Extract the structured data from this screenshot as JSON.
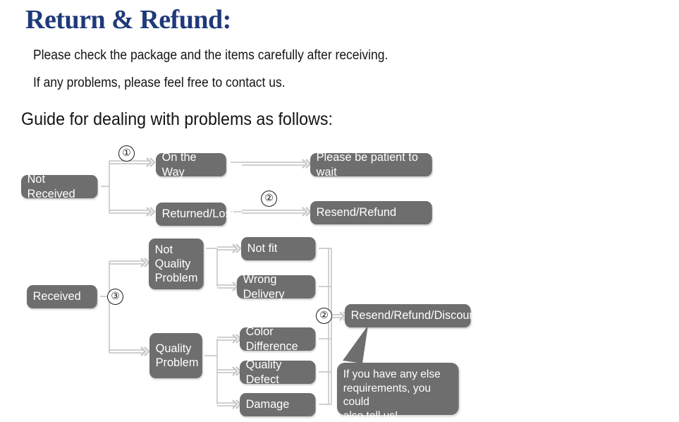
{
  "header": {
    "title": "Return & Refund:",
    "line1": "Please check the package and the items carefully after receiving.",
    "line2": "If any problems, please feel free to contact us.",
    "guide": "Guide for dealing with problems as follows:"
  },
  "colors": {
    "title": "#1f3a7a",
    "node_fill": "#6e6e6e",
    "node_text": "#ffffff",
    "connector": "#c9c9c9",
    "body_text": "#141414",
    "background": "#ffffff"
  },
  "flowchart": {
    "nodes": [
      {
        "id": "not-received",
        "label": "Not Received"
      },
      {
        "id": "on-the-way",
        "label": "On the Way"
      },
      {
        "id": "returned-lost",
        "label": "Returned/Lost"
      },
      {
        "id": "please-be-patient",
        "label": "Please be patient to wait"
      },
      {
        "id": "resend-refund",
        "label": "Resend/Refund"
      },
      {
        "id": "received",
        "label": "Received"
      },
      {
        "id": "not-quality-problem",
        "label": "Not\nQuality\nProblem"
      },
      {
        "id": "not-fit",
        "label": "Not fit"
      },
      {
        "id": "wrong-delivery",
        "label": "Wrong Delivery"
      },
      {
        "id": "quality-problem",
        "label": "Quality\nProblem"
      },
      {
        "id": "color-difference",
        "label": "Color Difference"
      },
      {
        "id": "quality-defect",
        "label": "Quality Defect"
      },
      {
        "id": "damage",
        "label": "Damage"
      },
      {
        "id": "resend-refund-discount",
        "label": "Resend/Refund/Discount"
      }
    ],
    "markers": [
      {
        "id": "marker-1",
        "label": "①"
      },
      {
        "id": "marker-2a",
        "label": "②"
      },
      {
        "id": "marker-3",
        "label": "③"
      },
      {
        "id": "marker-2b",
        "label": "②"
      }
    ],
    "callout": {
      "text": "If you have any else\nrequirements, you could\nalso tell us!"
    }
  }
}
